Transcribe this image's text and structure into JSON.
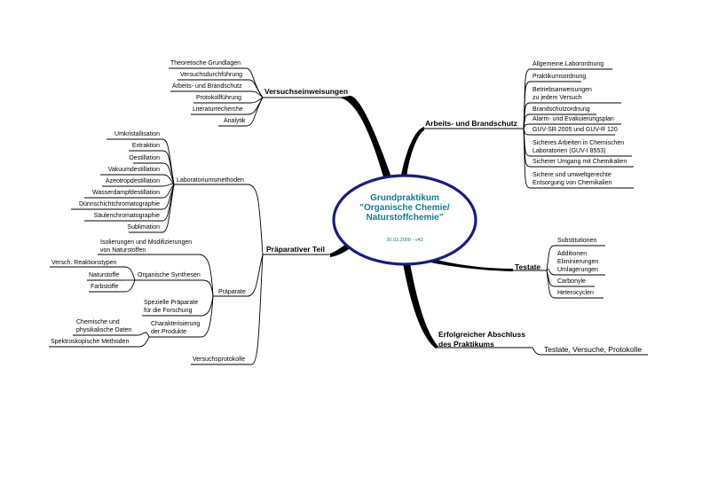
{
  "center": {
    "title_lines": [
      "Grundpraktikum",
      "\"Organische Chemie/",
      "Naturstoffchemie\""
    ],
    "date": "30.03.2009 - v43"
  },
  "branches": {
    "versuchseinweisungen": {
      "label": "Versuchseinweisungen",
      "items": [
        "Theoretische Grundlagen",
        "Versuchsdurchführung",
        "Arbeits- und Brandschutz",
        "Protokollführung",
        "Literaturrecherche",
        "Analytik"
      ]
    },
    "arbeitsschutz": {
      "label": "Arbeits- und Brandschutz",
      "items": [
        "Allgemeine Labor­ordnung",
        "Praktikumsordnung",
        "Betriebsanweisungen",
        "zu jedem Versuch",
        "Brandschutzordnung",
        "Alarm- und Evakuierungsplan",
        "GUV-SR 2005 und GUV-R 120",
        "Sicheres Arbeiten in Chemischen",
        "Laboratorien (GUV-I 8553)",
        "Sicherer Umgang mit Chemikalien",
        "Sichere und umweltgerechte",
        "Entsorgung von Chemikalien"
      ]
    },
    "praeparativ": {
      "label": "Präparativer Teil",
      "labormethoden": {
        "label": "Laboratoriumsmethoden",
        "items": [
          "Umkristallisation",
          "Extraktion",
          "Destillation",
          "Vakuumdestillation",
          "Azeotropdestillation",
          "Wasserdampfdestillation",
          "Dünnschichtchromatographie",
          "Säulenchromatographie",
          "Sublimation"
        ]
      },
      "praeparate": {
        "label": "Präparate",
        "isolierungen": [
          "Isolierungen und Modifizierungen",
          "von Naturstoffen"
        ],
        "synthesen": {
          "label": "Organische Synthesen",
          "items": [
            "Versch. Reaktionstypen",
            "Naturstoffe",
            "Farbstoffe"
          ]
        },
        "spezielle": [
          "Spezielle Präparate",
          "für die Forschung"
        ],
        "charakterisierung": {
          "label_lines": [
            "Charakterisierung",
            "der Produkte"
          ],
          "chem_lines": [
            "Chemische und",
            "physikalische Daten"
          ],
          "spektro": "Spektroskopische Methoden"
        }
      },
      "protokolle": "Versuchsprotokolle"
    },
    "testate": {
      "label": "Testate",
      "items": [
        "Substitutionen",
        "Additionen",
        "Eliminierungen",
        "Umlagerungen",
        "Carbonyle",
        "Heterocyclen"
      ]
    },
    "abschluss": {
      "label_lines": [
        "Erfolgreicher Abschluss",
        "des Praktikums"
      ],
      "item": "Testate, Versuche, Protokolle"
    }
  },
  "colors": {
    "ellipse_stroke": "#1b1b80",
    "center_text": "#0e7e8c",
    "lines": "#000000"
  }
}
